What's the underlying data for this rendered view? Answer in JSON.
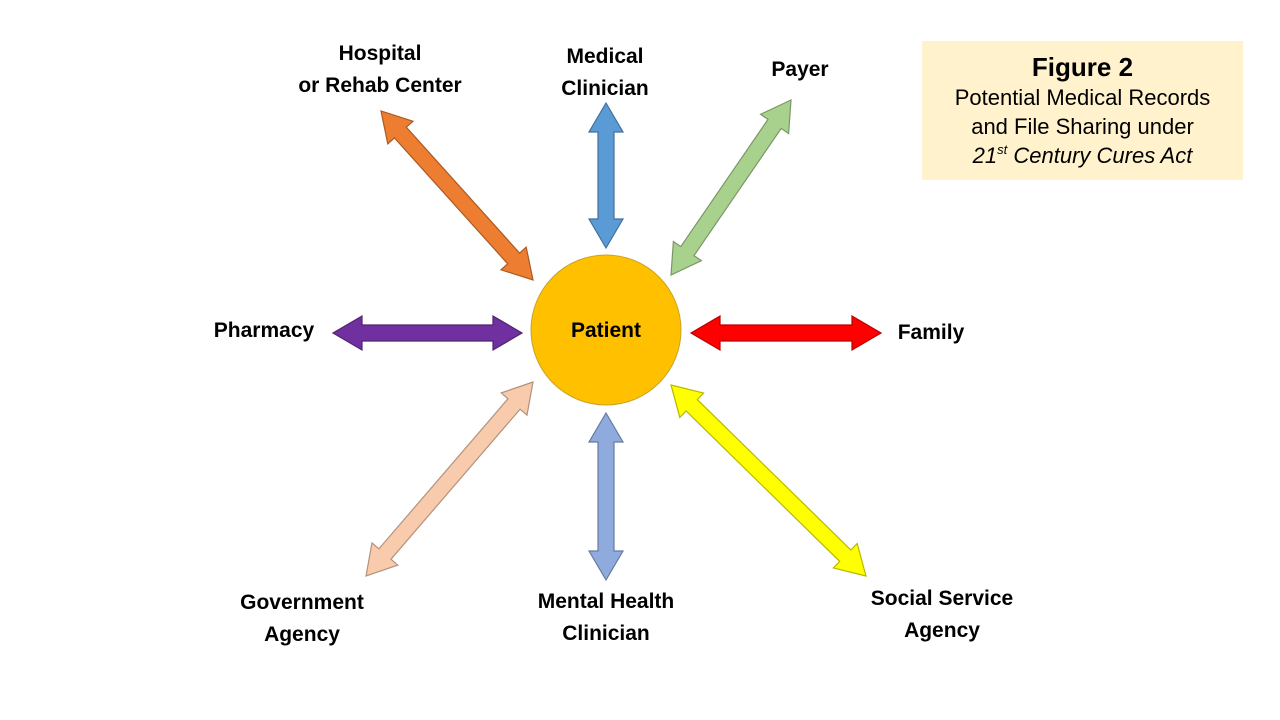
{
  "caption": {
    "title": "Figure 2",
    "line1": "Potential Medical Records",
    "line2": "and File Sharing under",
    "line3_number": "21",
    "line3_superscript": "st",
    "line3_rest": " Century Cures Act"
  },
  "center_node": {
    "label": "Patient",
    "color": "#FFC000"
  },
  "nodes": {
    "hospital": {
      "line1": "Hospital",
      "line2": "or Rehab Center",
      "color": "#ED7D31"
    },
    "medical_clinician": {
      "line1": "Medical",
      "line2": "Clinician",
      "color": "#5B9BD5"
    },
    "payer": {
      "line1": "Payer",
      "color": "#A9D18E"
    },
    "pharmacy": {
      "line1": "Pharmacy",
      "color": "#7030A0"
    },
    "family": {
      "line1": "Family",
      "color": "#FF0000"
    },
    "government": {
      "line1": "Government",
      "line2": "Agency",
      "color": "#F8CBAD"
    },
    "mental_health": {
      "line1": "Mental Health",
      "line2": "Clinician",
      "color": "#8FAADC"
    },
    "social_service": {
      "line1": "Social Service",
      "line2": "Agency",
      "color": "#FFFF00"
    }
  }
}
